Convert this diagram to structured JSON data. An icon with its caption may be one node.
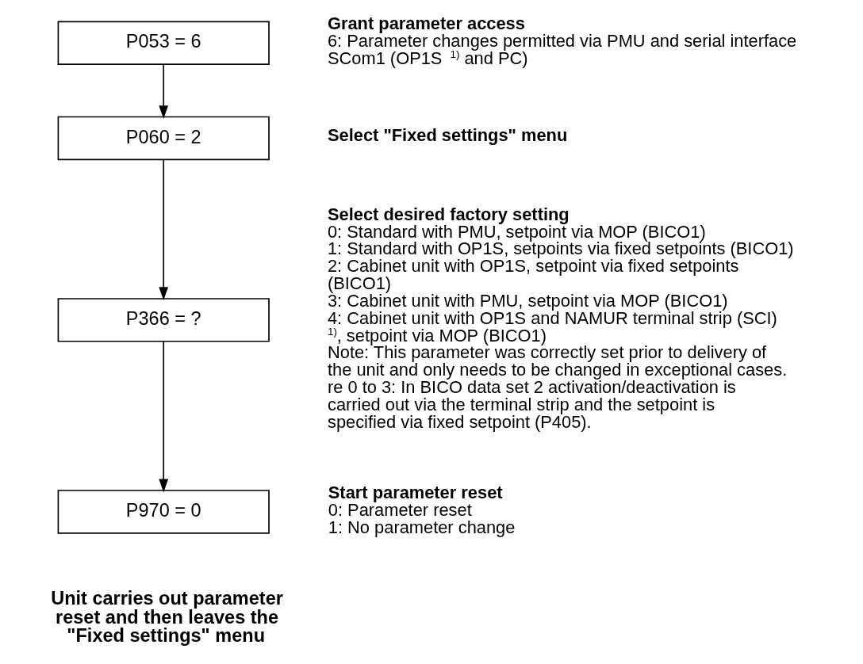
{
  "diagram": {
    "nodes": [
      {
        "text": [
          "P053 = 6"
        ],
        "beside": [
          "Grant parameter access",
          "6: Parameter changes permitted via PMU and serial interface SCom1 (OP1S $^{1)}$ and PC)"
        ]
      },
      {
        "text": [
          "P060 = 2"
        ],
        "beside": [
          "Select \"Fixed settings\" menu"
        ]
      },
      {
        "text": [
          "P366 = ?"
        ],
        "beside": [
          "Select desired factory setting",
          "0: Standard with PMU, setpoint via MOP (BICO1)",
          "1: Standard with OP1S, setpoints via fixed setpoints (BICO1)",
          "2: Cabinet unit with OP1S, setpoint via fixed setpoints (BICO1)",
          "3: Cabinet unit with PMU, setpoint via MOP (BICO1)",
          "4: Cabinet unit with OP1S and NAMUR terminal strip (SCI) $^{1)}$, setpoint via MOP (BICO1)",
          "Note: This parameter was correctly set prior to delivery of the unit and only needs to be changed in exceptional cases.",
          "re 0 to 3: In BICO data set 2 activation/deactivation is carried out via the terminal strip and the setpoint is specified via fixed setpoint (P405)."
        ]
      },
      {
        "text": [
          "P970 = 0"
        ],
        "beside": [
          "Start parameter reset",
          "0: Parameter reset",
          "1: No parameter change"
        ]
      }
    ],
    "edges": [
      {
        "from": 0,
        "to": 1,
        "arrow": "to"
      },
      {
        "from": 1,
        "to": 2,
        "arrow": "to"
      },
      {
        "from": 2,
        "to": 3,
        "arrow": "to"
      }
    ],
    "labels": [
      "Unit carries out parameter reset and then leaves the \"Fixed settings\" menu"
    ]
  }
}
